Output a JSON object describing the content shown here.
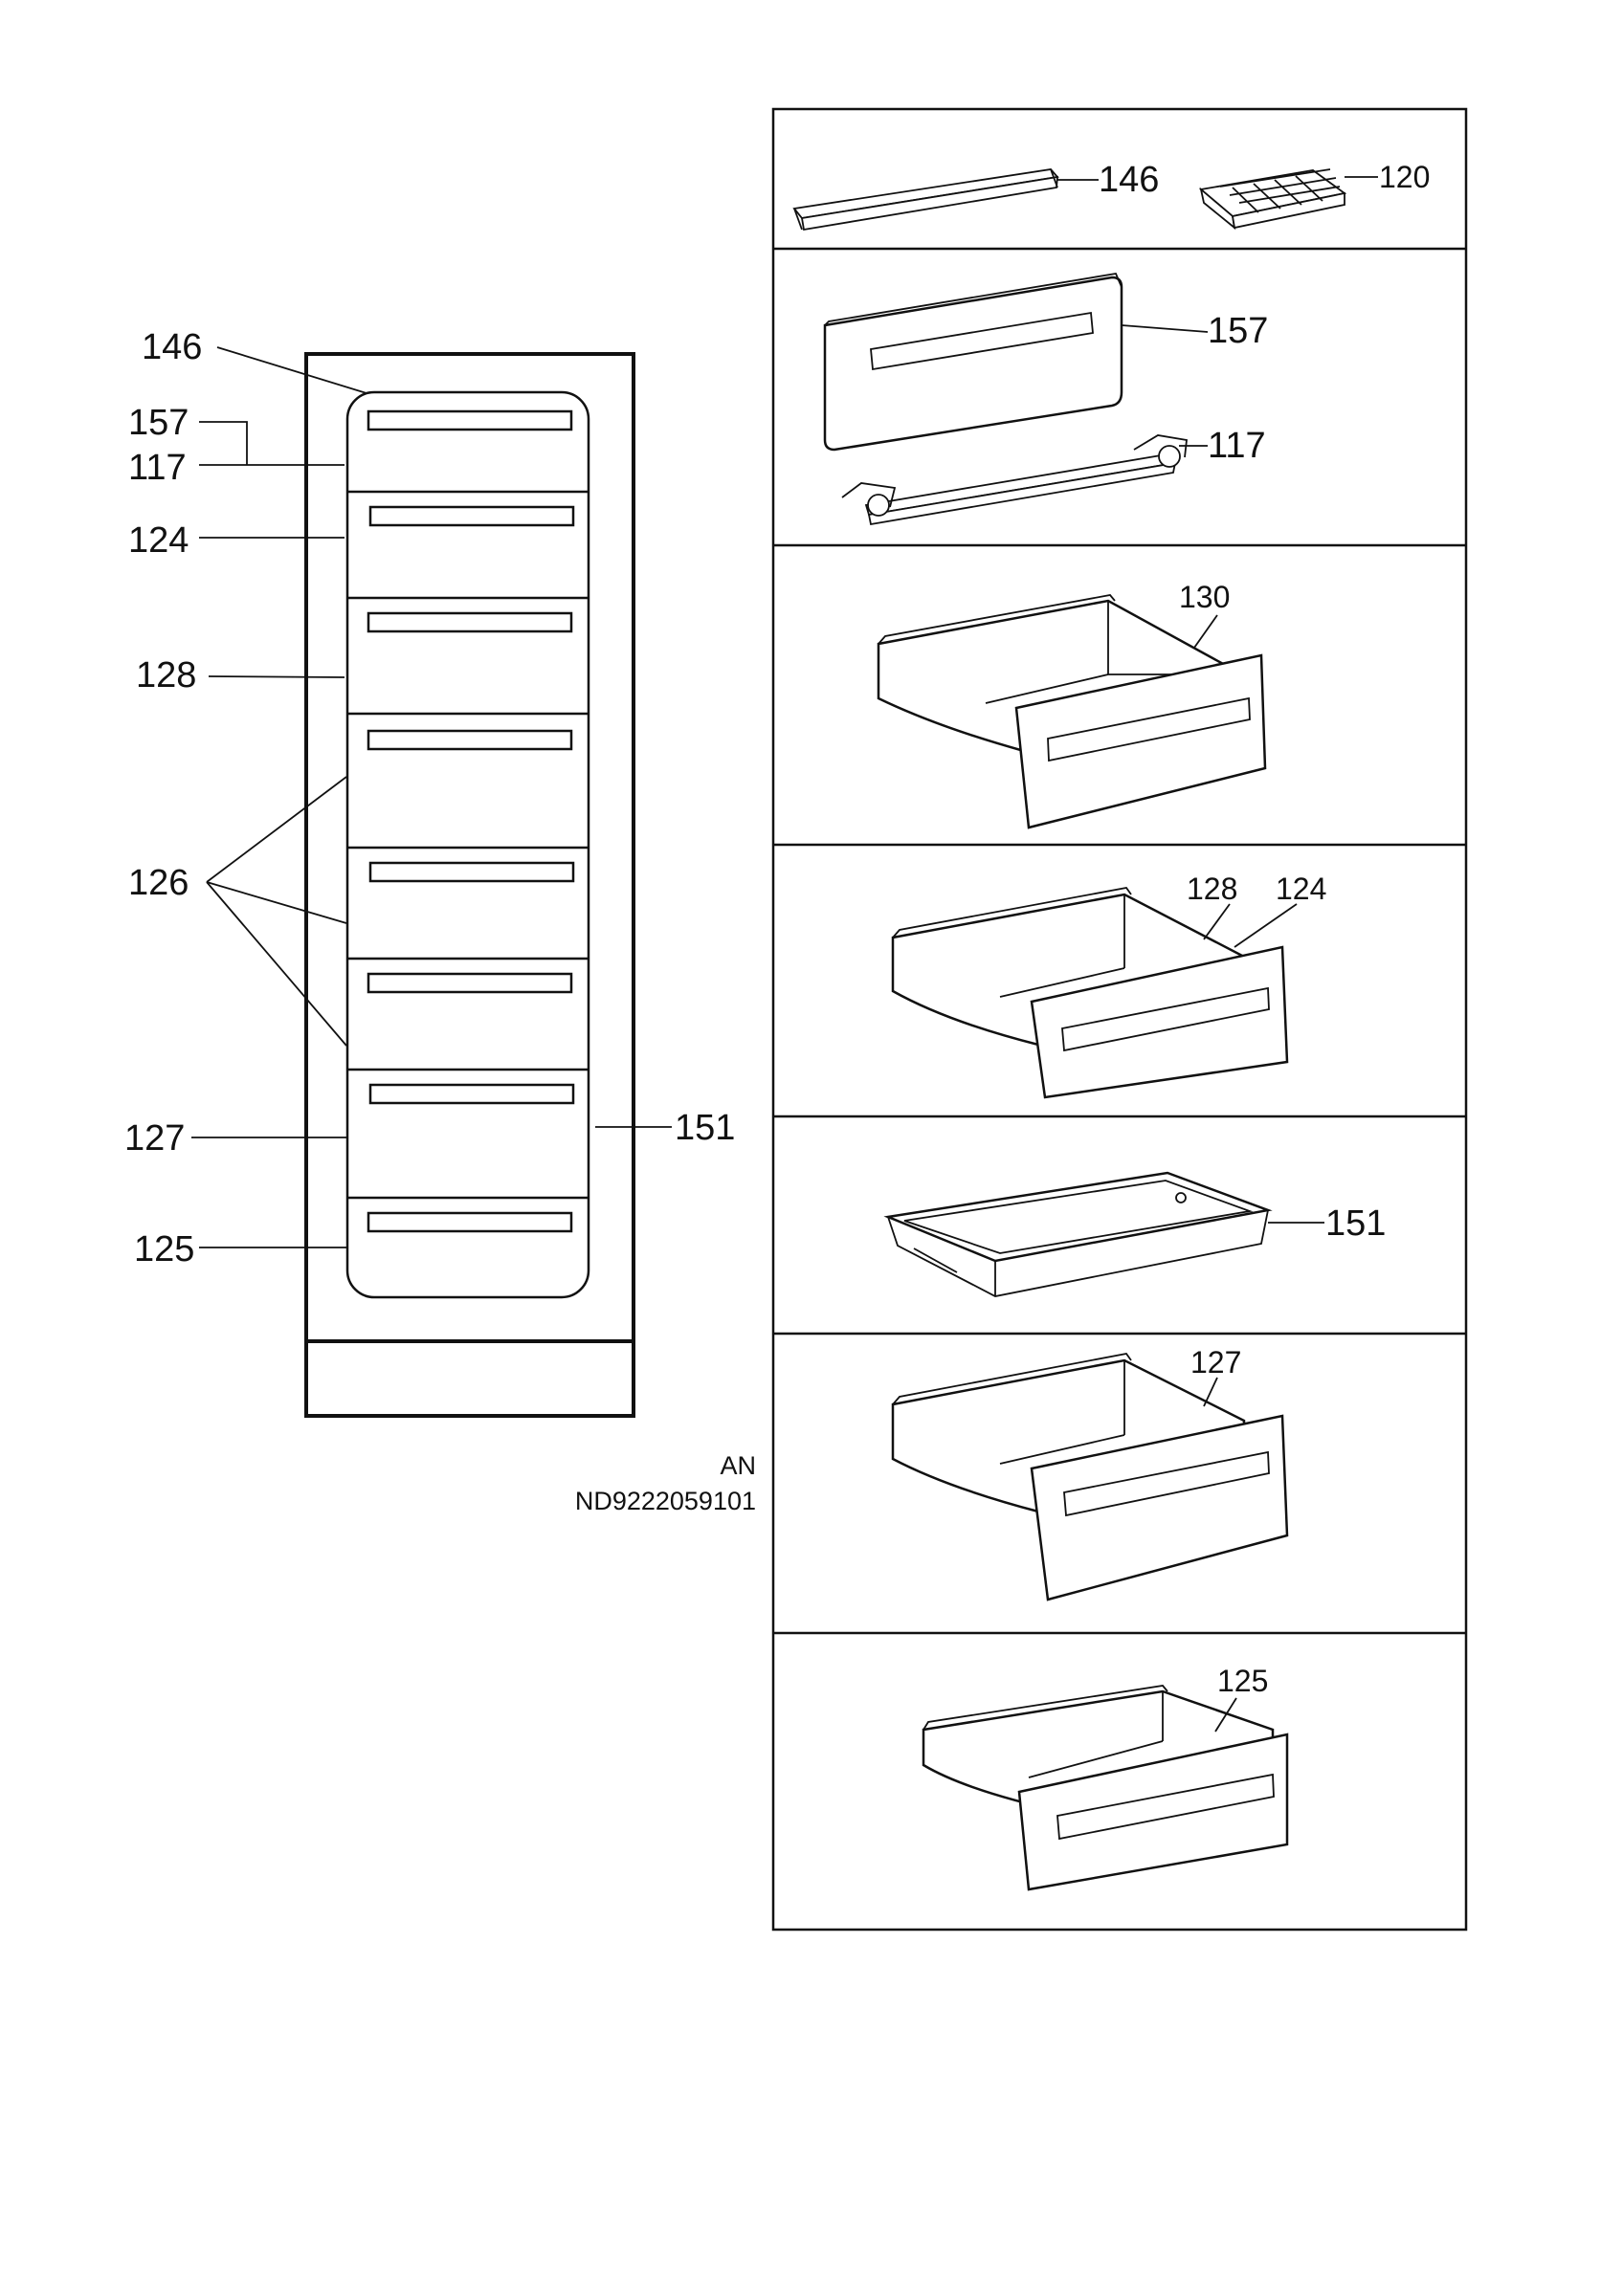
{
  "callouts": {
    "l146": "146",
    "l157": "157",
    "l117": "117",
    "l124": "124",
    "l128": "128",
    "l126": "126",
    "l127": "127",
    "l125": "125",
    "l151": "151",
    "r146": "146",
    "r120": "120",
    "r157": "157",
    "r117": "117",
    "r130": "130",
    "r128": "128",
    "r124": "124",
    "r151": "151",
    "r127": "127",
    "r125": "125"
  },
  "footer": {
    "an": "AN",
    "code": "ND9222059101"
  }
}
